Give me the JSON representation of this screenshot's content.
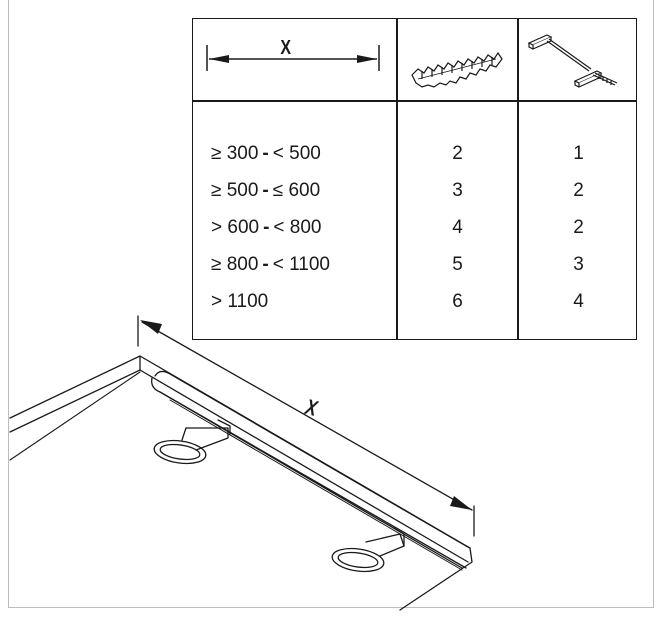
{
  "table": {
    "header": {
      "dimension_label": "X",
      "clip_icon": "spring-clip-strip-icon",
      "bracket_icon": "mounting-bracket-icon"
    },
    "rows": [
      {
        "range": {
          "lower": "≥ 300",
          "sep": "-",
          "upper": "< 500"
        },
        "clips": "2",
        "brackets": "1"
      },
      {
        "range": {
          "lower": "≥ 500",
          "sep": "-",
          "upper": "≤ 600"
        },
        "clips": "3",
        "brackets": "2"
      },
      {
        "range": {
          "lower": "> 600",
          "sep": "-",
          "upper": "< 800"
        },
        "clips": "4",
        "brackets": "2"
      },
      {
        "range": {
          "lower": "≥ 800",
          "sep": "-",
          "upper": "< 1100"
        },
        "clips": "5",
        "brackets": "3"
      },
      {
        "range": {
          "lower": "> 1100",
          "sep": "",
          "upper": ""
        },
        "clips": "6",
        "brackets": "4"
      }
    ]
  },
  "drawing": {
    "dimension_label": "X"
  }
}
